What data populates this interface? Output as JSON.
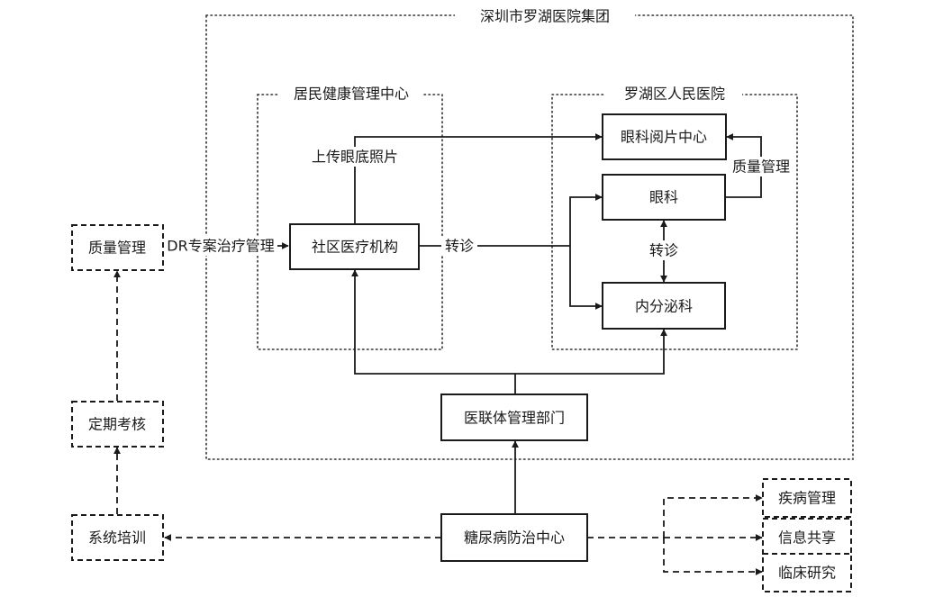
{
  "groups": {
    "outer": "深圳市罗湖医院集团",
    "resident": "居民健康管理中心",
    "hospital": "罗湖区人民医院"
  },
  "nodes": {
    "eye_reading": "眼科阅片中心",
    "ophthalmology": "眼科",
    "endocrinology": "内分泌科",
    "community": "社区医疗机构",
    "alliance_mgmt": "医联体管理部门",
    "diabetes_center": "糖尿病防治中心",
    "quality_mgmt_left": "质量管理",
    "periodic_assess": "定期考核",
    "system_training": "系统培训",
    "disease_mgmt": "疾病管理",
    "info_share": "信息共享",
    "clinical_research": "临床研究"
  },
  "edges": {
    "upload_photos": "上传眼底照片",
    "quality_mgmt_right": "质量管理",
    "referral_community": "转诊",
    "referral_internal": "转诊",
    "dr_plan": "DR专案治疗管理"
  }
}
